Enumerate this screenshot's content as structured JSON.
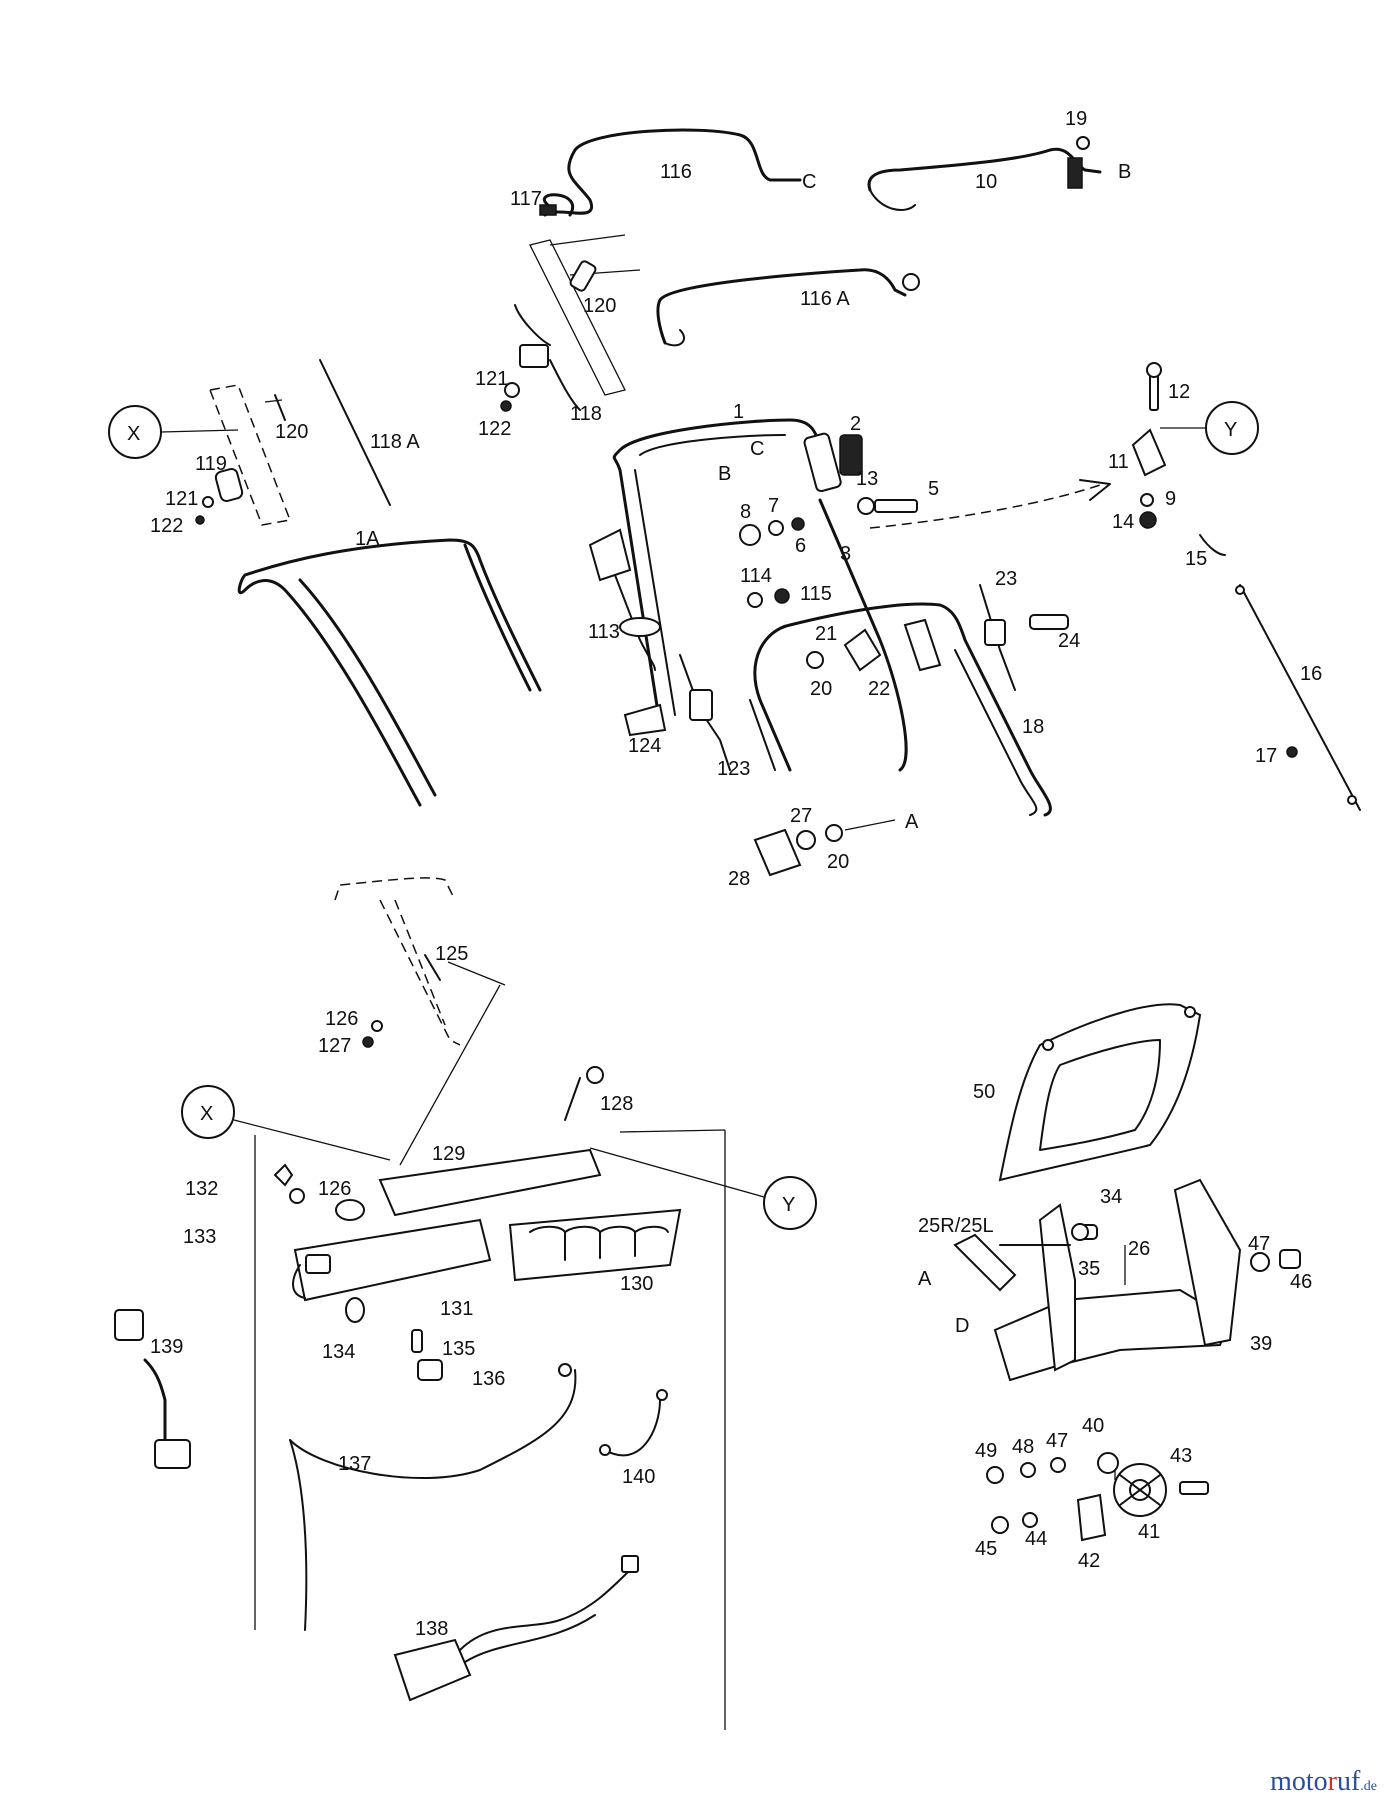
{
  "callouts": {
    "p1": "1",
    "p1A": "1A",
    "p2": "2",
    "p3": "3",
    "p5": "5",
    "p6": "6",
    "p7": "7",
    "p8": "8",
    "p9": "9",
    "p10": "10",
    "p11": "11",
    "p12": "12",
    "p13": "13",
    "p14": "14",
    "p15": "15",
    "p16": "16",
    "p17": "17",
    "p18": "18",
    "p19": "19",
    "p20a": "20",
    "p20b": "20",
    "p21": "21",
    "p22": "22",
    "p23": "23",
    "p24": "24",
    "p25": "25R/25L",
    "p26": "26",
    "p27": "27",
    "p28": "28",
    "p34": "34",
    "p35": "35",
    "p39": "39",
    "p40": "40",
    "p41": "41",
    "p42": "42",
    "p43": "43",
    "p44": "44",
    "p45": "45",
    "p46": "46",
    "p47a": "47",
    "p47b": "47",
    "p48": "48",
    "p49": "49",
    "p50": "50",
    "p113": "113",
    "p114": "114",
    "p115": "115",
    "p116": "116",
    "p116A": "116 A",
    "p117": "117",
    "p118": "118",
    "p118A": "118 A",
    "p119": "119",
    "p120a": "120",
    "p120b": "120",
    "p121a": "121",
    "p121b": "121",
    "p122a": "122",
    "p122b": "122",
    "p123": "123",
    "p124": "124",
    "p125": "125",
    "p126a": "126",
    "p126b": "126",
    "p127": "127",
    "p128": "128",
    "p129": "129",
    "p130": "130",
    "p131": "131",
    "p132": "132",
    "p133": "133",
    "p134": "134",
    "p135": "135",
    "p136": "136",
    "p137": "137",
    "p138": "138",
    "p139": "139",
    "p140": "140"
  },
  "letters": {
    "A1": "A",
    "A2": "A",
    "B1": "B",
    "B2": "B",
    "C1": "C",
    "C2": "C",
    "D1": "D",
    "X1": "X",
    "X2": "X",
    "Y1": "Y",
    "Y2": "Y"
  },
  "watermark": {
    "brand_a": "moto",
    "brand_r": "r",
    "brand_b": "uf",
    "tld": ".de"
  }
}
